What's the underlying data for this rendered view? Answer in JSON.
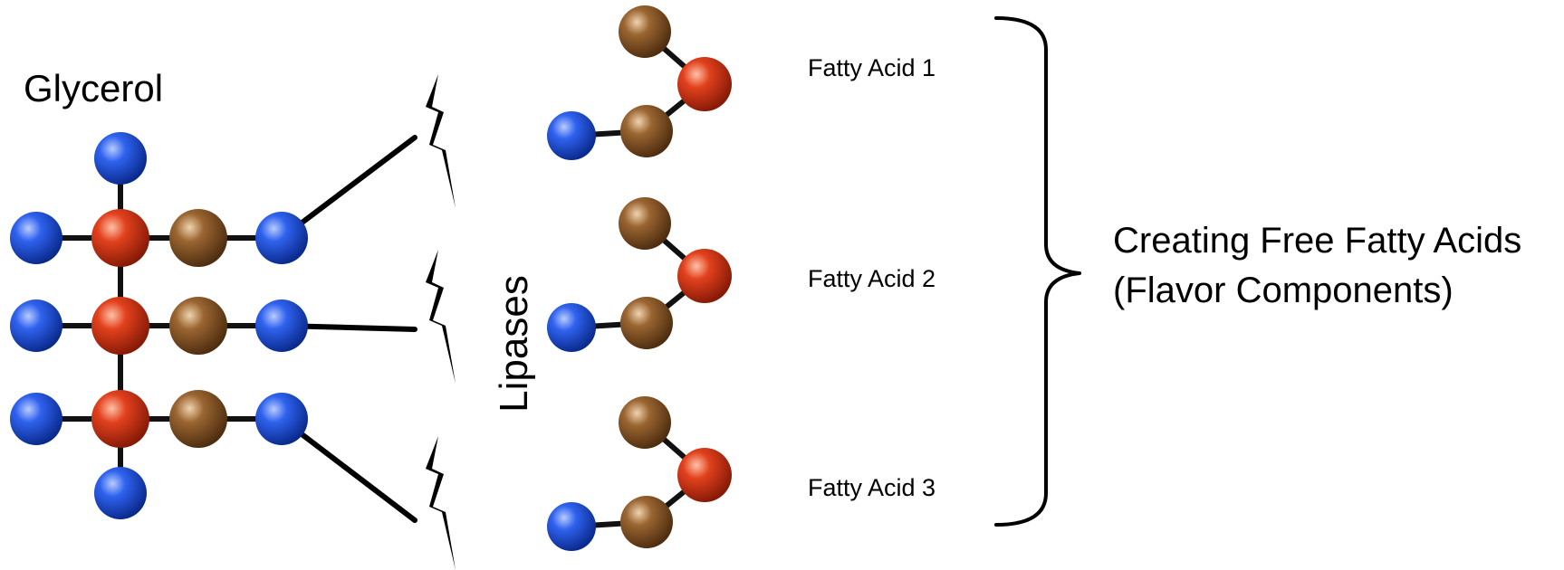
{
  "title": "Glycerol",
  "enzyme_label": "Lipases",
  "products": [
    {
      "label": "Fatty Acid 1"
    },
    {
      "label": "Fatty Acid 2"
    },
    {
      "label": "Fatty Acid 3"
    }
  ],
  "result": {
    "line1": "Creating Free Fatty Acids",
    "line2": "(Flavor Components)"
  },
  "colors": {
    "blue_atom": "#1f4fd8",
    "red_atom": "#d7371a",
    "brown_atom": "#8a5a2b",
    "ink": "#000000"
  }
}
